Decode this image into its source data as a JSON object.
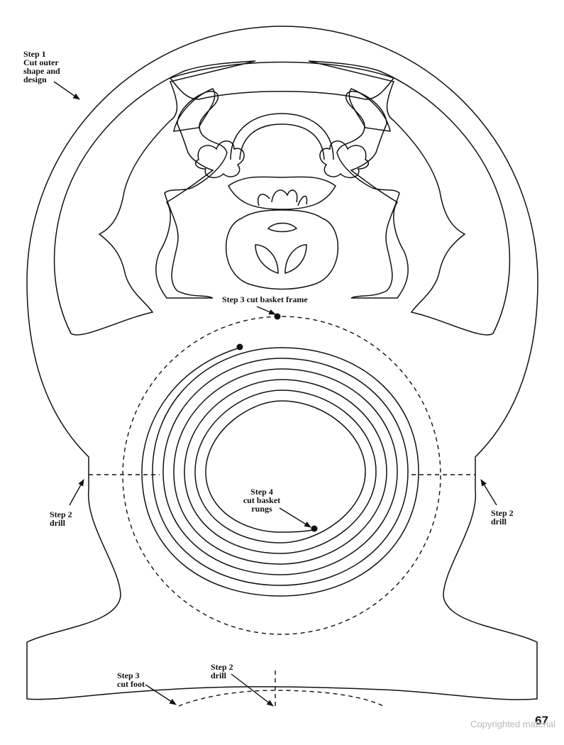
{
  "labels": {
    "step1": {
      "line1": "Step 1",
      "line2": "Cut outer",
      "line3": "shape and",
      "line4": "design"
    },
    "step3_frame": "Step 3 cut basket frame",
    "step2_left": {
      "line1": "Step 2",
      "line2": "drill"
    },
    "step2_right": {
      "line1": "Step 2",
      "line2": "drill"
    },
    "step4": {
      "line1": "Step 4",
      "line2": "cut basket",
      "line3": "rungs"
    },
    "step3_foot": {
      "line1": "Step 3",
      "line2": "cut foot"
    },
    "step2_bottom": {
      "line1": "Step 2",
      "line2": "drill"
    }
  },
  "page_number": "67",
  "watermark": "Copyrighted material"
}
